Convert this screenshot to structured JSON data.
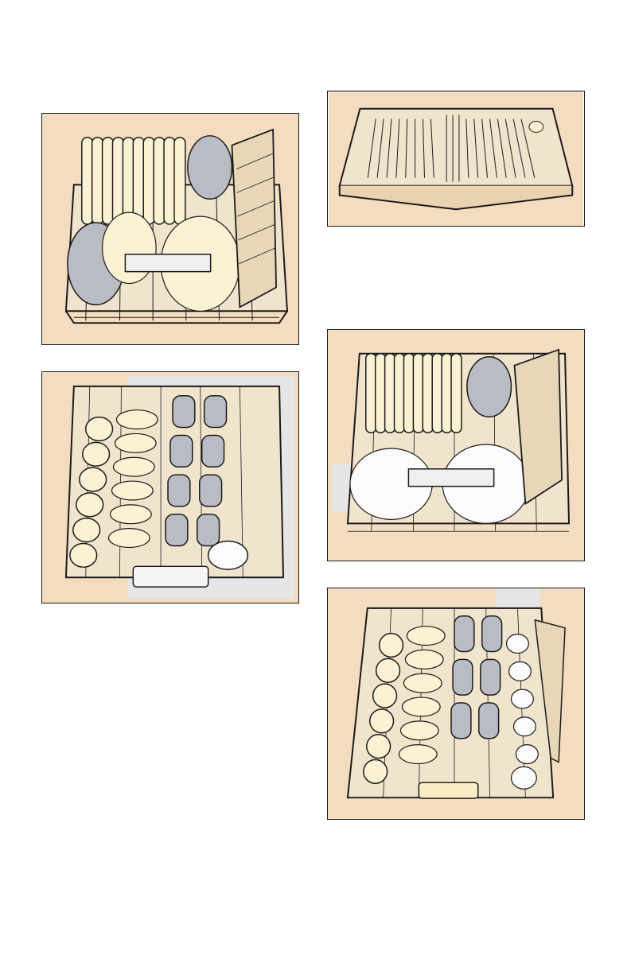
{
  "colors": {
    "background_tan": "#f4dcc0",
    "rack_cream": "#f1e4cc",
    "plate_cream": "#fbf2d4",
    "glass_gray": "#b9bcc2",
    "highlight_gray": "#e6e6e6",
    "line_dark": "#1a1a1a"
  },
  "illustrations": [
    {
      "id": "lower-rack-with-silverware-basket",
      "icons": [
        "lower-rack-icon",
        "dinner-plate-icon",
        "serving-bowl-icon",
        "silverware-basket-icon"
      ]
    },
    {
      "id": "cutlery-tray",
      "icons": [
        "cutlery-tray-icon",
        "fork-icon",
        "spoon-icon",
        "knife-icon"
      ]
    },
    {
      "id": "upper-rack-cups-glasses",
      "icons": [
        "upper-rack-icon",
        "cup-icon",
        "saucer-icon",
        "glass-icon"
      ]
    },
    {
      "id": "lower-rack-alternate",
      "icons": [
        "lower-rack-icon",
        "dinner-plate-icon",
        "bowl-icon",
        "silverware-basket-icon"
      ]
    },
    {
      "id": "upper-rack-alternate",
      "icons": [
        "upper-rack-icon",
        "cup-icon",
        "saucer-icon",
        "glass-icon"
      ]
    }
  ]
}
